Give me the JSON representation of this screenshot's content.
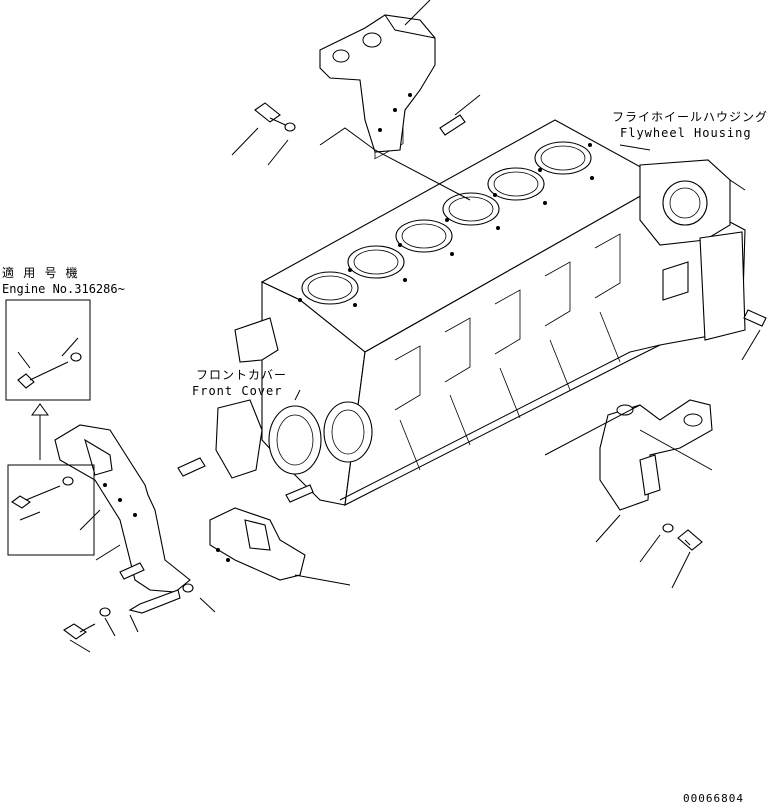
{
  "labels": {
    "flywheel_housing_jp": "フライホイールハウジング",
    "flywheel_housing_en": "Flywheel Housing",
    "front_cover_jp": "フロントカバー",
    "front_cover_en": "Front Cover",
    "applicable_serial_jp": "適 用 号 機",
    "applicable_serial_en": "Engine No.316286~",
    "figure_number": "00066804"
  }
}
